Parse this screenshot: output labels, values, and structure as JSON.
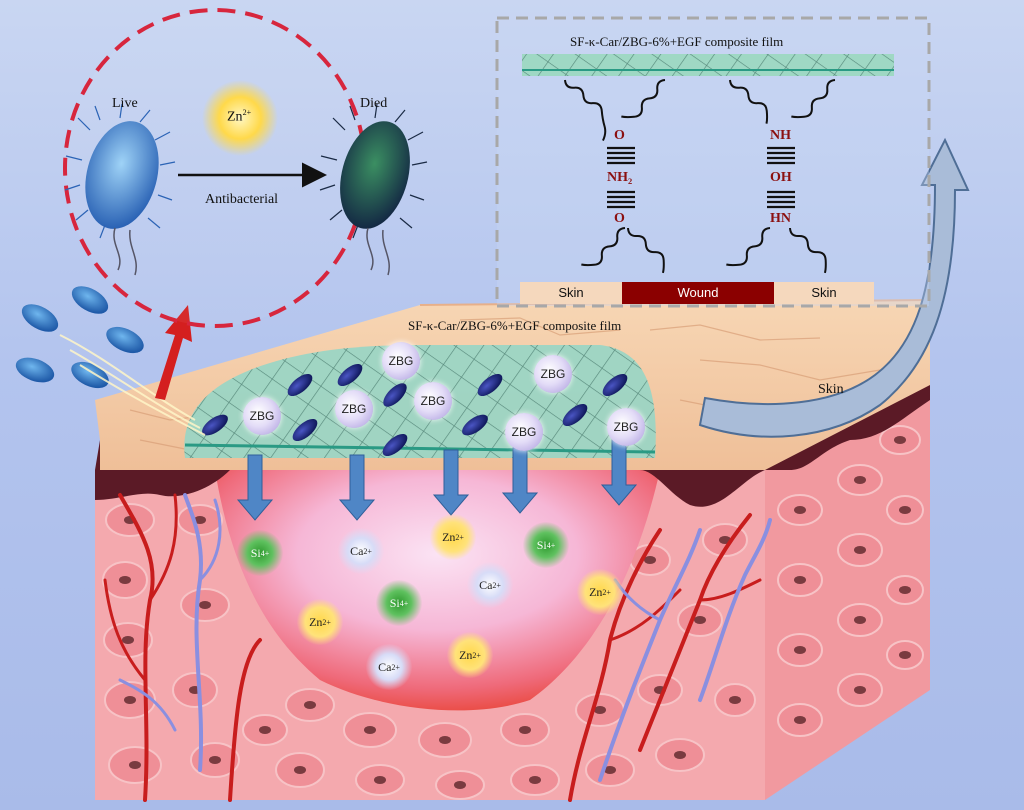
{
  "inset_top": {
    "title": "SF-κ-Car/ZBG-6%+EGF composite film",
    "bonds_left": {
      "top": "O",
      "middle": "NH₂",
      "bottom": "O"
    },
    "bonds_right": {
      "top": "NH",
      "middle": "OH",
      "bottom": "HN"
    },
    "strip": {
      "left": "Skin",
      "center": "Wound",
      "right": "Skin"
    }
  },
  "antibacterial": {
    "live_label": "Live",
    "died_label": "Died",
    "ion_label": "Zn",
    "ion_charge": "2+",
    "arrow_label": "Antibacterial"
  },
  "main": {
    "film_label": "SF-κ-Car/ZBG-6%+EGF composite film",
    "skin_label": "Skin",
    "zbg_label": "ZBG"
  },
  "ions": [
    {
      "element": "Si",
      "charge": "4+",
      "kind": "si"
    },
    {
      "element": "Ca",
      "charge": "2+",
      "kind": "ca"
    },
    {
      "element": "Zn",
      "charge": "2+",
      "kind": "zn"
    },
    {
      "element": "Si",
      "charge": "4+",
      "kind": "si"
    },
    {
      "element": "Ca",
      "charge": "2+",
      "kind": "ca"
    },
    {
      "element": "Zn",
      "charge": "2+",
      "kind": "zn"
    },
    {
      "element": "Si",
      "charge": "4+",
      "kind": "si"
    },
    {
      "element": "Zn",
      "charge": "2+",
      "kind": "zn"
    },
    {
      "element": "Zn",
      "charge": "2+",
      "kind": "zn"
    },
    {
      "element": "Ca",
      "charge": "2+",
      "kind": "ca"
    }
  ],
  "colors": {
    "background": "#b3c4ee",
    "skin_top": "#f2c9a0",
    "tissue": "#f4a9ae",
    "dermis_dark": "#5b1a26",
    "film": "#9bd5c4",
    "dashed_circle": "#d7263d",
    "wound": "#8b0000",
    "vessel_red": "#c81d1d",
    "vessel_blue": "#8a8fe0",
    "arrow_blue": "#4f86c6"
  }
}
